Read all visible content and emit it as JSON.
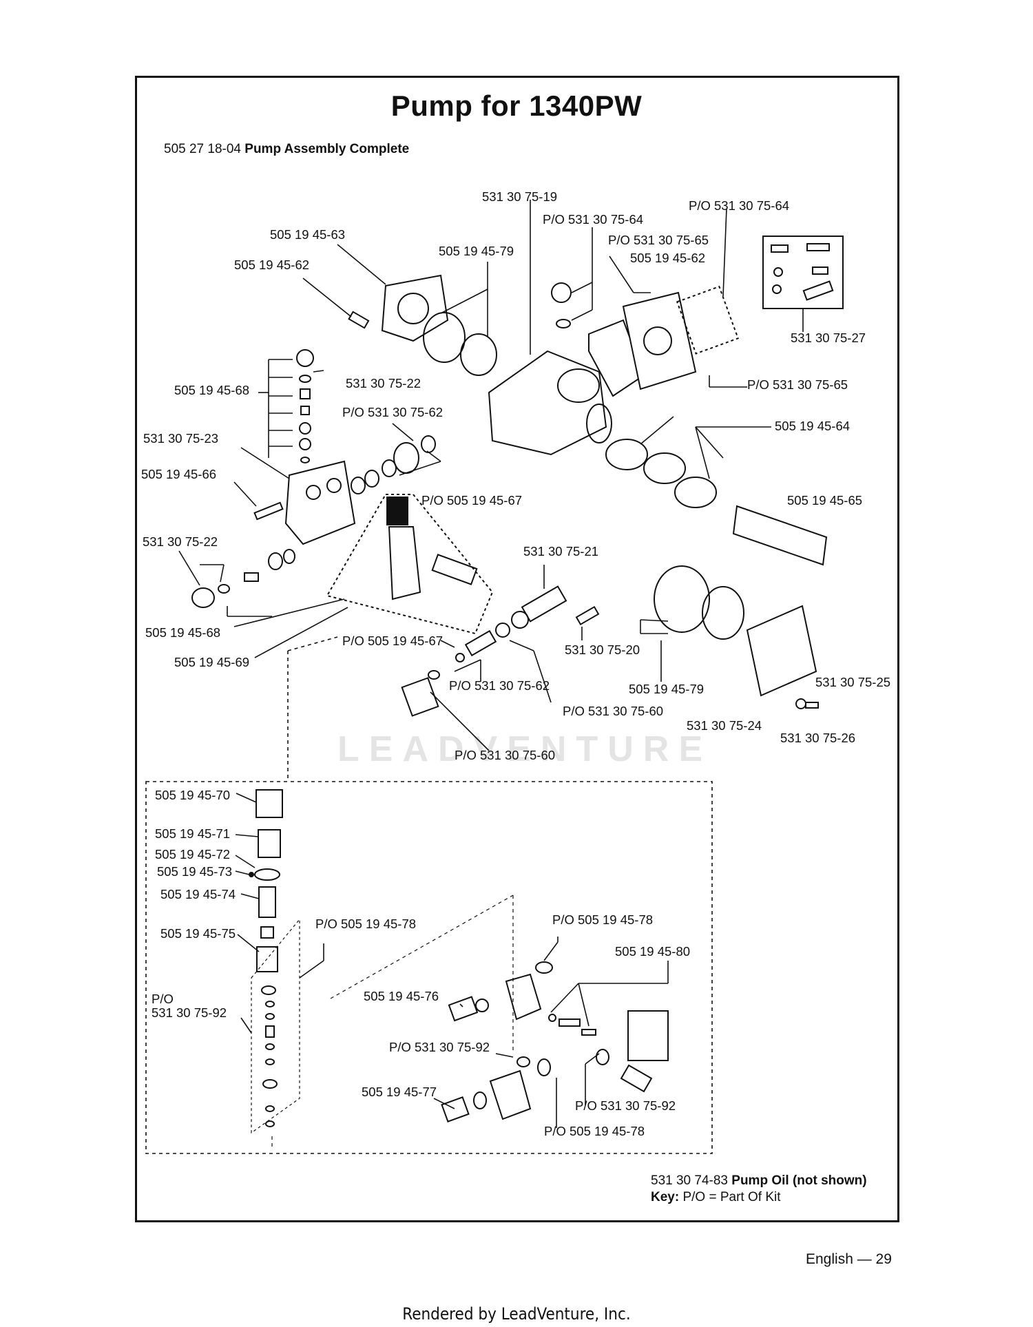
{
  "title": "Pump for 1340PW",
  "assembly": {
    "number": "505 27 18-04",
    "name": "Pump Assembly Complete"
  },
  "watermark": "LEADVENTURE",
  "labels": {
    "p_531_30_75_19": "531 30 75-19",
    "po_531_30_75_64_top": "P/O 531 30 75-64",
    "po_531_30_75_64_mid": "P/O 531 30 75-64",
    "po_531_30_75_65_top": "P/O 531 30 75-65",
    "p_505_19_45_62_right": "505 19 45-62",
    "p_505_19_45_63": "505 19 45-63",
    "p_505_19_45_79_top": "505 19 45-79",
    "p_505_19_45_62_left": "505 19 45-62",
    "p_531_30_75_27": "531 30 75-27",
    "p_531_30_75_22_top": "531 30 75-22",
    "po_531_30_75_65_right": "P/O 531 30 75-65",
    "p_505_19_45_68_top": "505 19 45-68",
    "po_531_30_75_62_top": "P/O 531 30 75-62",
    "p_505_19_45_64": "505 19 45-64",
    "p_531_30_75_23": "531 30 75-23",
    "p_505_19_45_66": "505 19 45-66",
    "po_505_19_45_67_top": "P/O 505 19 45-67",
    "p_505_19_45_65": "505 19 45-65",
    "p_531_30_75_22_left": "531 30 75-22",
    "p_531_30_75_21": "531 30 75-21",
    "p_505_19_45_68_bottom": "505 19 45-68",
    "po_505_19_45_67_mid": "P/O 505 19 45-67",
    "p_531_30_75_20": "531 30 75-20",
    "p_505_19_45_69": "505 19 45-69",
    "po_531_30_75_62_mid": "P/O 531 30 75-62",
    "p_505_19_45_79_mid": "505 19 45-79",
    "p_531_30_75_25": "531 30 75-25",
    "po_531_30_75_60_mid": "P/O 531 30 75-60",
    "p_531_30_75_24": "531 30 75-24",
    "p_531_30_75_26": "531 30 75-26",
    "po_531_30_75_60_bottom": "P/O 531 30 75-60",
    "p_505_19_45_70": "505 19 45-70",
    "p_505_19_45_71": "505 19 45-71",
    "p_505_19_45_72": "505 19 45-72",
    "p_505_19_45_73": "505 19 45-73",
    "p_505_19_45_74": "505 19 45-74",
    "po_505_19_45_78_left": "P/O 505 19 45-78",
    "po_505_19_45_78_right": "P/O 505 19 45-78",
    "p_505_19_45_75": "505 19 45-75",
    "p_505_19_45_80": "505 19 45-80",
    "po_531_30_75_92_left_a": "P/O",
    "po_531_30_75_92_left_b": "531 30 75-92",
    "p_505_19_45_76": "505 19 45-76",
    "po_531_30_75_92_mid": "P/O 531 30 75-92",
    "p_505_19_45_77": "505 19 45-77",
    "po_531_30_75_92_right": "P/O 531 30 75-92",
    "po_505_19_45_78_bottom": "P/O 505 19 45-78"
  },
  "footnote": {
    "oil_number": "531 30 74-83",
    "oil_name": "Pump Oil",
    "oil_note": "(not shown)",
    "key_label": "Key:",
    "key_text": "P/O = Part Of Kit"
  },
  "page_footer": "English —  29",
  "rendered_by": "Rendered by LeadVenture, Inc."
}
